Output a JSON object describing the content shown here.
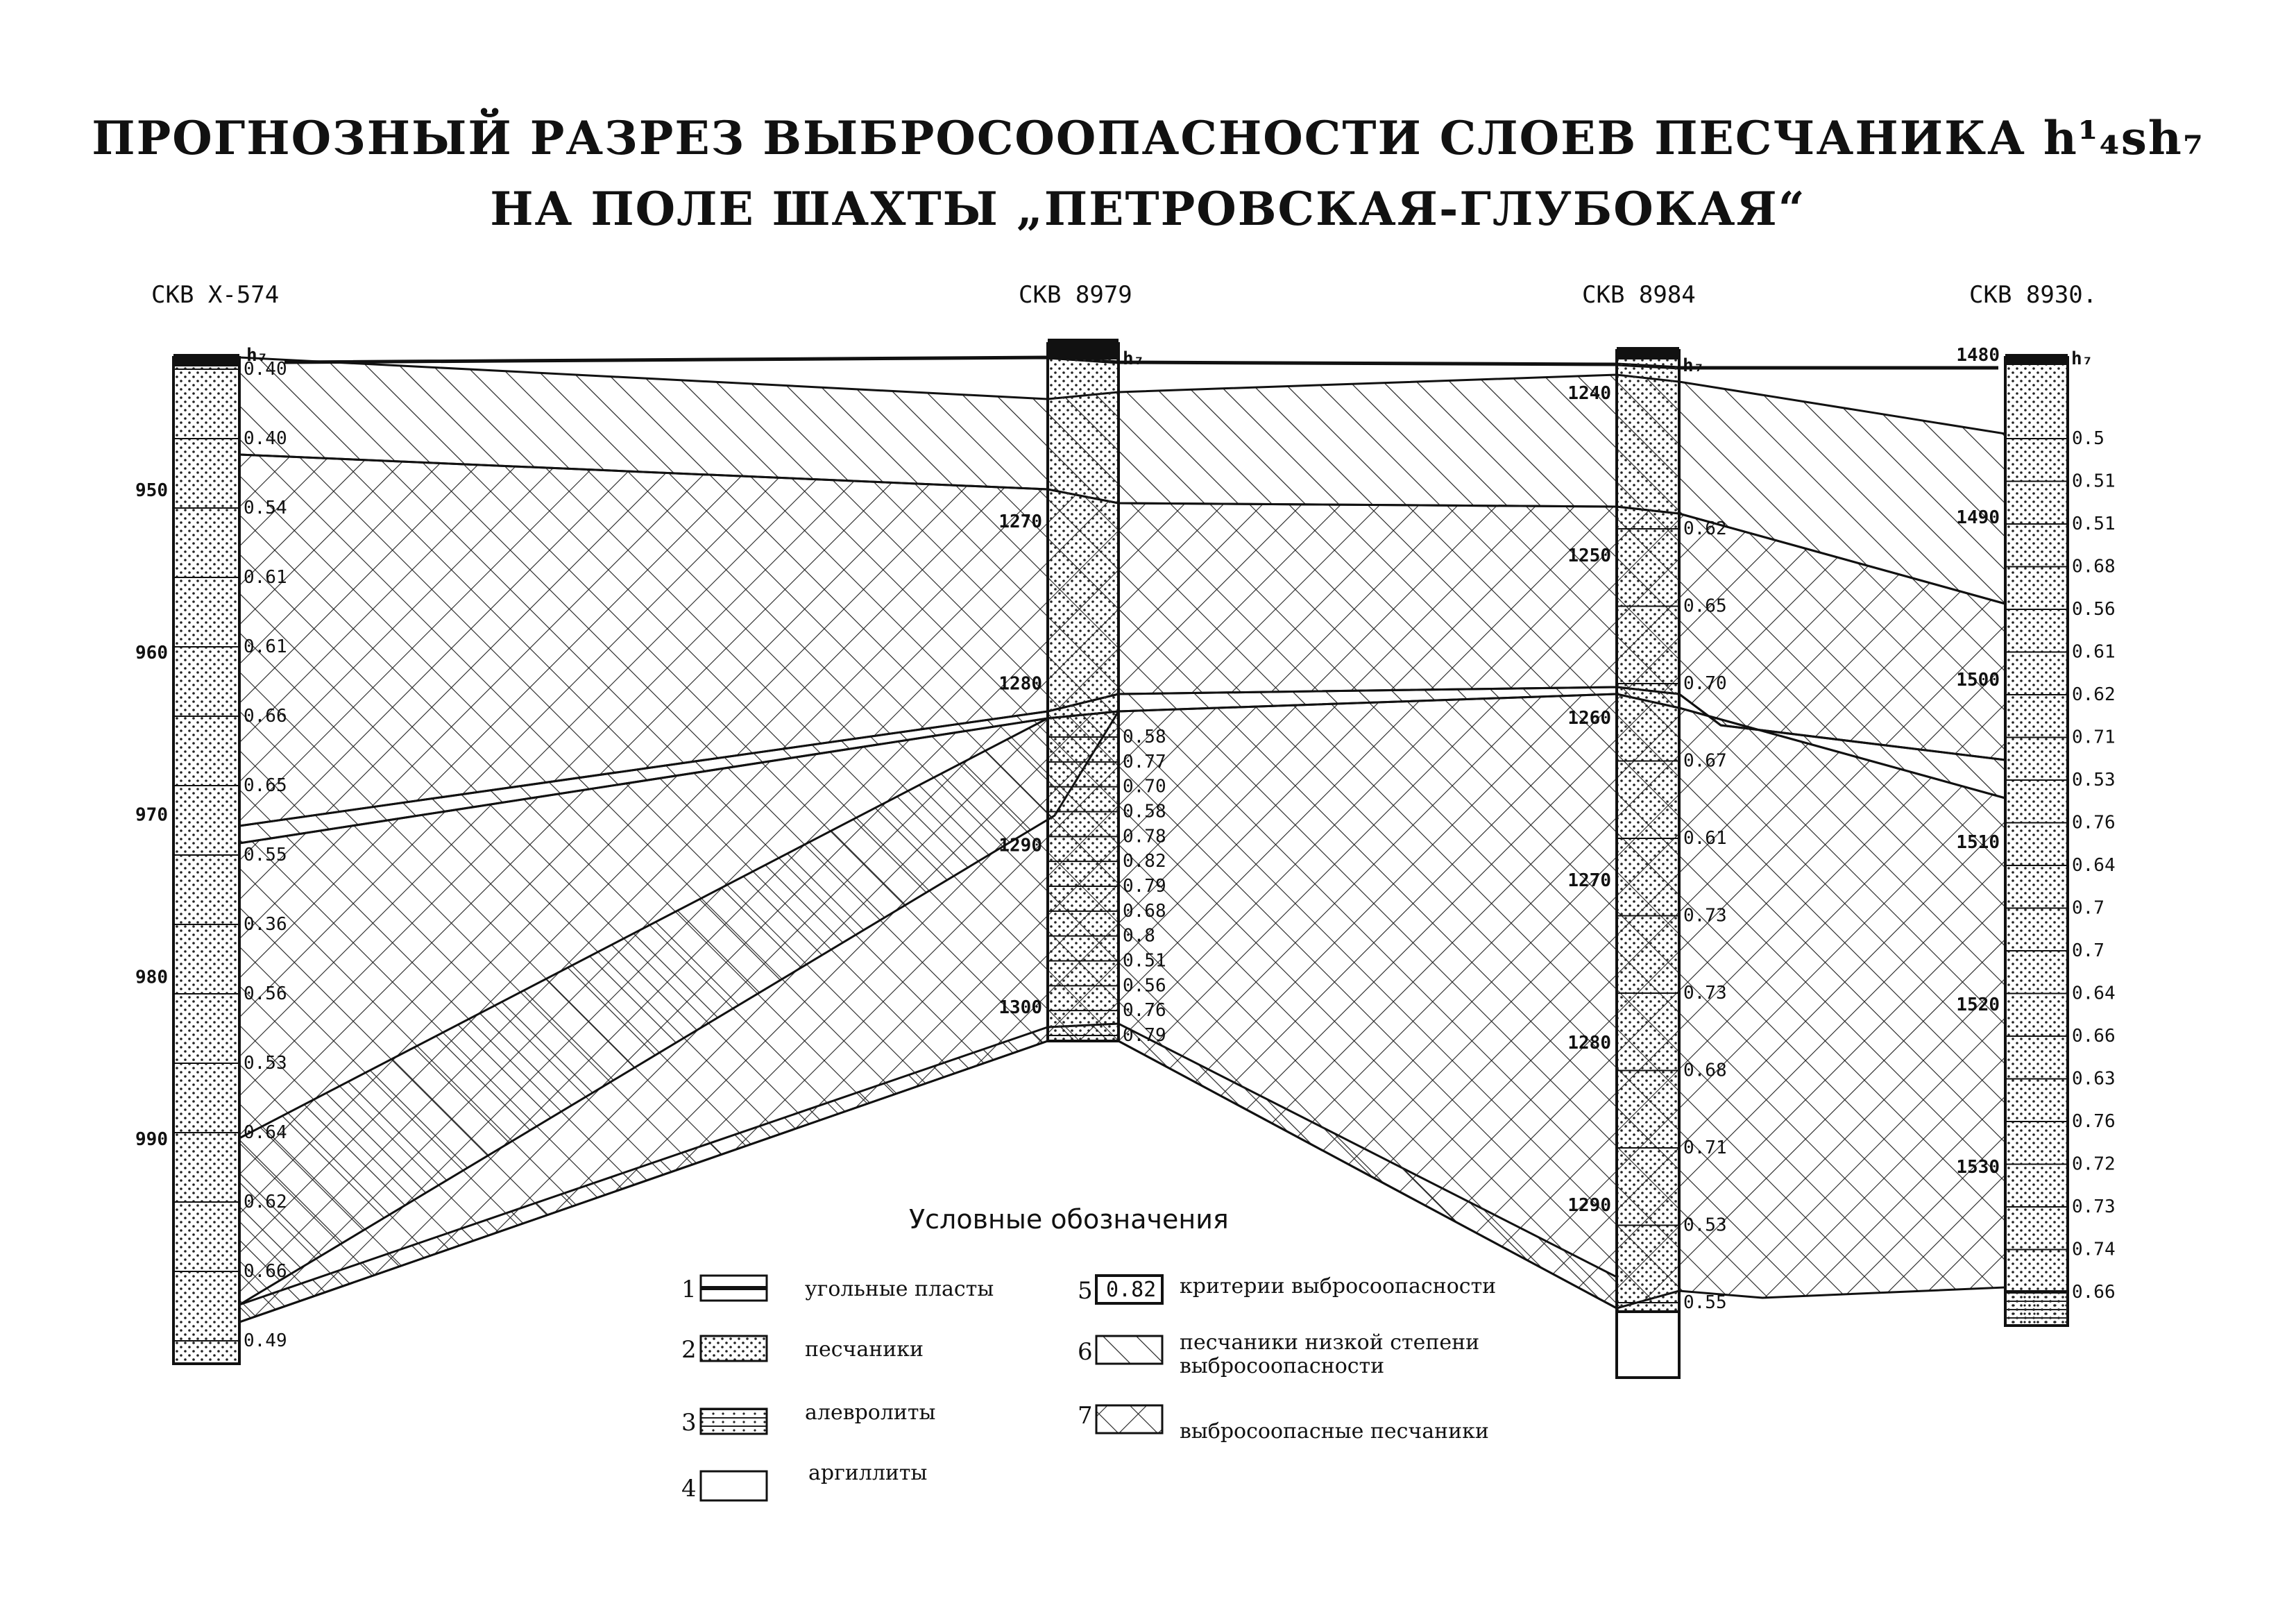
{
  "title_line1": "ПРОГНОЗНЫЙ РАЗРЕЗ ВЫБРОСООПАСНОСТИ СЛОЕВ ПЕСЧАНИКА h¹₄sh₇",
  "title_line2": "НА ПОЛЕ ШАХТЫ „ПЕТРОВСКАЯ-ГЛУБОКАЯ“",
  "seam_label": "h₇",
  "boreholes": [
    {
      "name": "СКВ Х-574",
      "depth_labels": [
        "950",
        "960",
        "970",
        "980",
        "990"
      ],
      "criteria": [
        "0.40",
        "0.40",
        "0.54",
        "0.61",
        "0.61",
        "0.66",
        "0.65",
        "0.55",
        "0.36",
        "0.56",
        "0.53",
        "0.64",
        "0.62",
        "0.66",
        "0.49"
      ]
    },
    {
      "name": "СКВ 8979",
      "depth_labels": [
        "1270",
        "1280",
        "1290",
        "1300"
      ],
      "criteria": [
        "0.58",
        "0.77",
        "0.70",
        "0.58",
        "0.78",
        "0.82",
        "0.79",
        "0.68",
        "0.8",
        "0.51",
        "0.56",
        "0.76",
        "0.79"
      ]
    },
    {
      "name": "СКВ 8984",
      "depth_labels": [
        "1240",
        "1250",
        "1260",
        "1270",
        "1280",
        "1290"
      ],
      "criteria": [
        "0.62",
        "0.65",
        "0.70",
        "0.67",
        "0.61",
        "0.73",
        "0.73",
        "0.68",
        "0.71",
        "0.53",
        "0.55"
      ]
    },
    {
      "name": "СКВ 8930.",
      "depth_labels": [
        "1480",
        "1490",
        "1500",
        "1510",
        "1520",
        "1530"
      ],
      "criteria": [
        "0.5",
        "0.51",
        "0.51",
        "0.68",
        "0.56",
        "0.61",
        "0.62",
        "0.71",
        "0.53",
        "0.76",
        "0.64",
        "0.7",
        "0.7",
        "0.64",
        "0.66",
        "0.63",
        "0.76",
        "0.72",
        "0.73",
        "0.74",
        "0.66"
      ]
    }
  ],
  "legend": {
    "title": "Условные обозначения",
    "items": [
      {
        "num": "1",
        "text": "угольные пласты"
      },
      {
        "num": "2",
        "text": "песчаники"
      },
      {
        "num": "3",
        "text": "алевролиты"
      },
      {
        "num": "4",
        "text": "аргиллиты"
      },
      {
        "num": "5",
        "text": "критерии выбросоопасности",
        "sample": "0.82"
      },
      {
        "num": "6",
        "text": "песчаники низкой степени выбросоопасности"
      },
      {
        "num": "7",
        "text": "выбросоопасные песчаники"
      }
    ]
  }
}
